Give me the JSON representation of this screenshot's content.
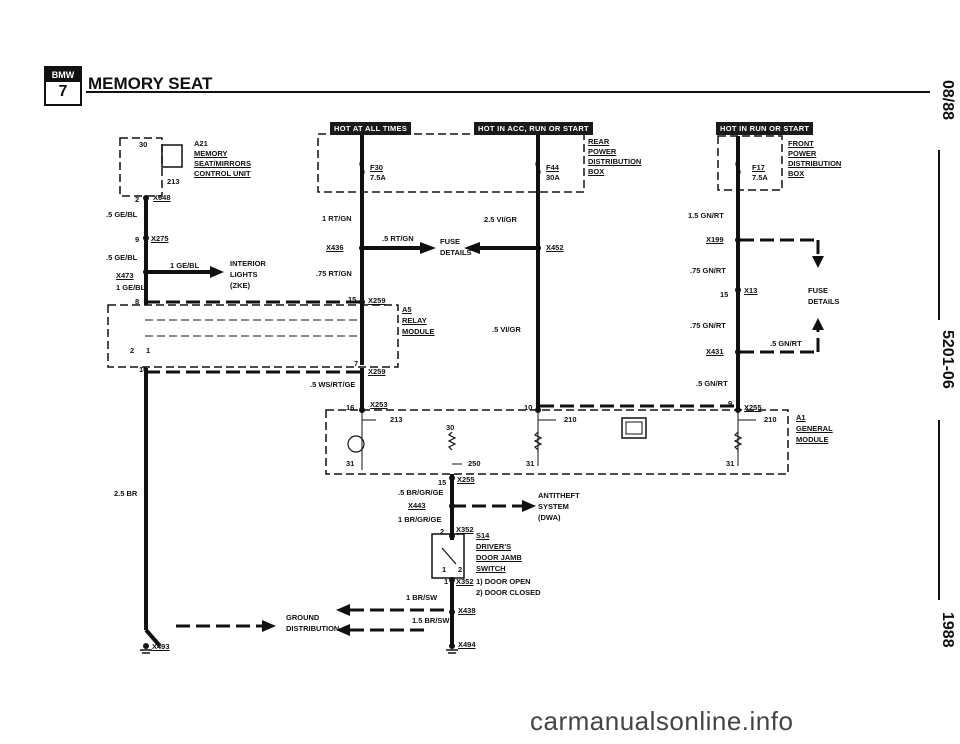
{
  "header": {
    "logo_top": "BMW",
    "logo_bottom": "7",
    "title": "MEMORY SEAT"
  },
  "side": {
    "date": "08/88",
    "code": "5201-06",
    "year": "1988"
  },
  "tags": {
    "hot_all": "HOT AT ALL TIMES",
    "hot_acc": "HOT IN ACC, RUN OR START",
    "hot_run": "HOT IN RUN OR START"
  },
  "a21": {
    "id": "A21",
    "l1": "MEMORY",
    "l2": "SEAT/MIRRORS",
    "l3": "CONTROL UNIT",
    "pin30": "30",
    "pin213": "213"
  },
  "rear": {
    "l1": "REAR",
    "l2": "POWER",
    "l3": "DISTRIBUTION",
    "l4": "BOX",
    "f30": "F30",
    "f30a": "7.5A",
    "f44": "F44",
    "f44a": "30A"
  },
  "front": {
    "l1": "FRONT",
    "l2": "POWER",
    "l3": "DISTRIBUTION",
    "l4": "BOX",
    "f17": "F17",
    "f17a": "7.5A"
  },
  "wires": {
    "w1": ".5 GE/BL",
    "w2": ".5 GE/BL",
    "w3": "1 GE/BL",
    "w4": "1 GE/BL",
    "w5": "1 RT/GN",
    "w6": ".5 RT/GN",
    "w7": ".75 RT/GN",
    "w8": "2.5 VI/GR",
    "w9": ".5 VI/GR",
    "w10": "1.5 GN/RT",
    "w11": ".75 GN/RT",
    "w12": ".75 GN/RT",
    "w13": ".5 GN/RT",
    "w14": ".5 GN/RT",
    "w15": ".5 WS/RT/GE",
    "w16": "2.5 BR",
    "w17": ".5 BR/GR/GE",
    "w18": "1 BR/GR/GE",
    "w19": "1 BR/SW",
    "w20": "1.5 BR/SW"
  },
  "conn": {
    "x648": "X648",
    "x275": "X275",
    "x473": "X473",
    "x436": "X436",
    "x452": "X452",
    "x259a": "X259",
    "x259b": "X259",
    "x199": "X199",
    "x13": "X13",
    "x431": "X431",
    "x253": "X253",
    "x255a": "X255",
    "x255b": "X255",
    "x443": "X443",
    "x352a": "X352",
    "x352b": "X352",
    "x438": "X438",
    "x494": "X494",
    "x493": "X493"
  },
  "pins": {
    "p2": "2",
    "p9": "9",
    "p8": "8",
    "p15": "15",
    "p10": "10",
    "p7": "7",
    "p16": "16",
    "p10b": "10",
    "p9b": "9",
    "p15b": "15",
    "p15c": "15",
    "p2b": "2",
    "p1": "1",
    "p2c": "2",
    "p1b": "1",
    "p31a": "31",
    "p31b": "31",
    "p31c": "31",
    "p30": "30",
    "p213": "213",
    "p210a": "210",
    "p210b": "210",
    "p250": "250",
    "p1r": "1",
    "p2r": "2"
  },
  "labels": {
    "interior1": "INTERIOR",
    "interior2": "LIGHTS",
    "interior3": "(ZKE)",
    "fuse1": "FUSE",
    "fuse2": "DETAILS",
    "fuse3": "FUSE",
    "fuse4": "DETAILS",
    "relay1": "A5",
    "relay2": "RELAY",
    "relay3": "MODULE",
    "gm1": "A1",
    "gm2": "GENERAL",
    "gm3": "MODULE",
    "dwa1": "ANTITHEFT",
    "dwa2": "SYSTEM",
    "dwa3": "(DWA)",
    "s14": "S14",
    "s14a": "DRIVER'S",
    "s14b": "DOOR JAMB",
    "s14c": "SWITCH",
    "note1": "1) DOOR OPEN",
    "note2": "2) DOOR CLOSED",
    "gd1": "GROUND",
    "gd2": "DISTRIBUTION"
  },
  "watermark": "carmanualsonline.info"
}
